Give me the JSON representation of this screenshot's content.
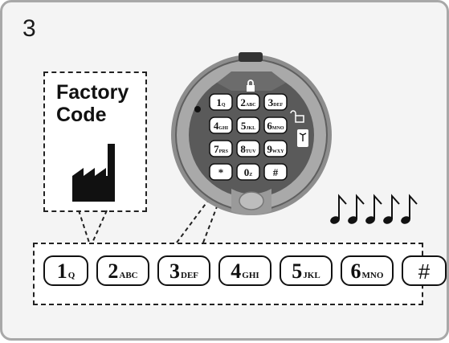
{
  "step_number": "3",
  "factory": {
    "title_line1": "Factory",
    "title_line2": "Code"
  },
  "lock": {
    "keys": [
      {
        "digit": "1",
        "letters": "Q"
      },
      {
        "digit": "2",
        "letters": "ABC"
      },
      {
        "digit": "3",
        "letters": "DEF"
      },
      {
        "digit": "4",
        "letters": "GHI"
      },
      {
        "digit": "5",
        "letters": "JKL"
      },
      {
        "digit": "6",
        "letters": "MNO"
      },
      {
        "digit": "7",
        "letters": "PRS"
      },
      {
        "digit": "8",
        "letters": "TUV"
      },
      {
        "digit": "9",
        "letters": "WXY"
      },
      {
        "digit": "*",
        "letters": ""
      },
      {
        "digit": "0",
        "letters": "Z"
      },
      {
        "digit": "#",
        "letters": ""
      }
    ]
  },
  "code_sequence": [
    {
      "digit": "1",
      "letters": "Q"
    },
    {
      "digit": "2",
      "letters": "ABC"
    },
    {
      "digit": "3",
      "letters": "DEF"
    },
    {
      "digit": "4",
      "letters": "GHI"
    },
    {
      "digit": "5",
      "letters": "JKL"
    },
    {
      "digit": "6",
      "letters": "MNO"
    },
    {
      "digit": "#",
      "letters": ""
    }
  ],
  "icons": {
    "lock": "lock-icon",
    "unlock": "unlock-icon",
    "bulb": "light-bulb-icon",
    "factory": "factory-icon",
    "notes": "beep-notes-icon"
  },
  "colors": {
    "frame": "#a8a8a8",
    "background": "#f4f4f4",
    "dial_outer": "#a9a9a9",
    "dial_inner": "#5a5a5a",
    "ink": "#111111"
  }
}
